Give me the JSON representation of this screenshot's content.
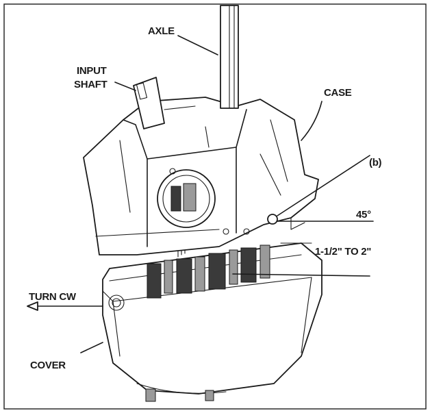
{
  "labels": {
    "axle": "AXLE",
    "input_shaft_line1": "INPUT",
    "input_shaft_line2": "SHAFT",
    "case": "CASE",
    "b": "(b)",
    "angle": "45°",
    "gap": "1-1/2\" TO 2\"",
    "turn": "TURN CW",
    "cover": "COVER"
  }
}
